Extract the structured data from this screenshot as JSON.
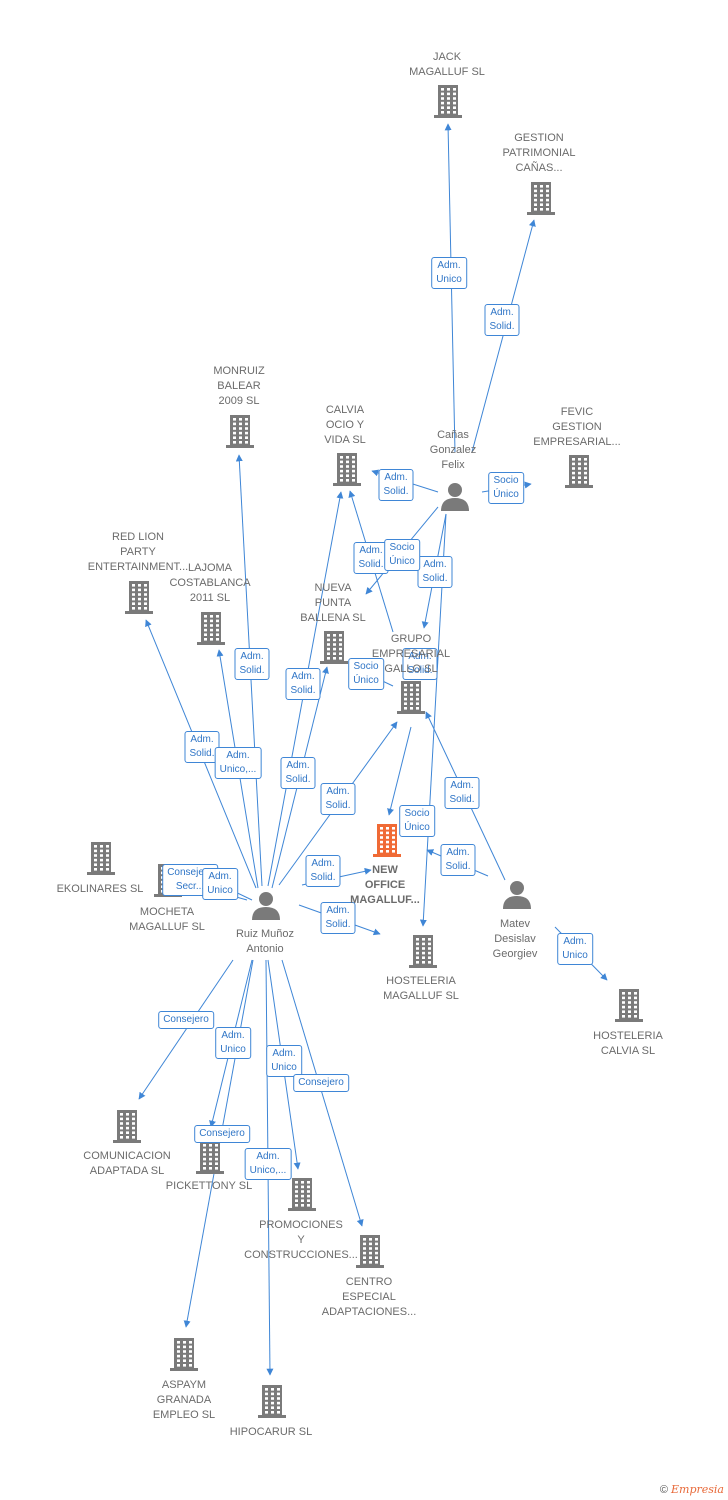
{
  "colors": {
    "edge": "#3f86d6",
    "building": "#7a7a7a",
    "focus_building": "#f06a35",
    "person": "#7a7a7a"
  },
  "nodes": [
    {
      "id": "jack",
      "type": "company",
      "icon": "building-icon",
      "lines": [
        "JACK",
        "MAGALLUF  SL"
      ]
    },
    {
      "id": "gestion",
      "type": "company",
      "icon": "building-icon",
      "lines": [
        "GESTION",
        "PATRIMONIAL",
        "CAÑAS..."
      ]
    },
    {
      "id": "monruiz",
      "type": "company",
      "icon": "building-icon",
      "lines": [
        "MONRUIZ",
        "BALEAR",
        "2009 SL"
      ]
    },
    {
      "id": "calvia_ocio",
      "type": "company",
      "icon": "building-icon",
      "lines": [
        "CALVIA",
        "OCIO Y",
        "VIDA  SL"
      ]
    },
    {
      "id": "canas",
      "type": "person",
      "icon": "person-icon",
      "lines": [
        "Cañas",
        "Gonzalez",
        "Felix"
      ]
    },
    {
      "id": "fevic",
      "type": "company",
      "icon": "building-icon",
      "lines": [
        "FEVIC",
        "GESTION",
        "EMPRESARIAL..."
      ]
    },
    {
      "id": "redlion",
      "type": "company",
      "icon": "building-icon",
      "lines": [
        "RED LION",
        "PARTY",
        "ENTERTAINMENT..."
      ]
    },
    {
      "id": "lajoma",
      "type": "company",
      "icon": "building-icon",
      "lines": [
        "LAJOMA",
        "COSTABLANCA",
        "2011 SL"
      ]
    },
    {
      "id": "nueva",
      "type": "company",
      "icon": "building-icon",
      "lines": [
        "NUEVA",
        "PUNTA",
        "BALLENA  SL"
      ]
    },
    {
      "id": "grupo",
      "type": "company",
      "icon": "building-icon",
      "lines": [
        "GRUPO",
        "EMPRESARIAL",
        "GALLO SL"
      ]
    },
    {
      "id": "ekolinares",
      "type": "company",
      "icon": "building-icon",
      "lines": [
        "EKOLINARES SL"
      ]
    },
    {
      "id": "mocheta",
      "type": "company",
      "icon": "building-icon",
      "lines": [
        "MOCHETA",
        "MAGALLUF  SL"
      ]
    },
    {
      "id": "newoffice",
      "type": "company",
      "icon": "building-icon",
      "focus": true,
      "lines": [
        "NEW",
        "OFFICE",
        "MAGALLUF..."
      ]
    },
    {
      "id": "ruiz",
      "type": "person",
      "icon": "person-icon",
      "lines": [
        "Ruiz Muñoz",
        "Antonio"
      ]
    },
    {
      "id": "hosteleria_mag",
      "type": "company",
      "icon": "building-icon",
      "lines": [
        "HOSTELERIA",
        "MAGALLUF  SL"
      ]
    },
    {
      "id": "matev",
      "type": "person",
      "icon": "person-icon",
      "lines": [
        "Matev",
        "Desislav",
        "Georgiev"
      ]
    },
    {
      "id": "hosteleria_cal",
      "type": "company",
      "icon": "building-icon",
      "lines": [
        "HOSTELERIA",
        "CALVIA  SL"
      ]
    },
    {
      "id": "comunicacion",
      "type": "company",
      "icon": "building-icon",
      "lines": [
        "COMUNICACION",
        "ADAPTADA  SL"
      ]
    },
    {
      "id": "pickettony",
      "type": "company",
      "icon": "building-icon",
      "lines": [
        "PICKETTONY SL"
      ]
    },
    {
      "id": "promociones",
      "type": "company",
      "icon": "building-icon",
      "lines": [
        "PROMOCIONES",
        "Y",
        "CONSTRUCCIONES..."
      ]
    },
    {
      "id": "centro",
      "type": "company",
      "icon": "building-icon",
      "lines": [
        "CENTRO",
        "ESPECIAL",
        "ADAPTACIONES..."
      ]
    },
    {
      "id": "aspaym",
      "type": "company",
      "icon": "building-icon",
      "lines": [
        "ASPAYM",
        "GRANADA",
        "EMPLEO SL"
      ]
    },
    {
      "id": "hipocarur",
      "type": "company",
      "icon": "building-icon",
      "lines": [
        "HIPOCARUR SL"
      ]
    }
  ],
  "edges": [
    {
      "from": "canas",
      "to": "jack",
      "label": [
        "Adm.",
        "Unico"
      ]
    },
    {
      "from": "canas",
      "to": "gestion",
      "label": [
        "Adm.",
        "Solid."
      ]
    },
    {
      "from": "canas",
      "to": "calvia_ocio",
      "label": [
        "Adm.",
        "Solid."
      ]
    },
    {
      "from": "canas",
      "to": "fevic",
      "label": [
        "Socio",
        "Único"
      ]
    },
    {
      "from": "canas",
      "to": "nueva",
      "label": [
        "Adm.",
        "Solid."
      ]
    },
    {
      "from": "canas",
      "to": "grupo",
      "label": [
        "Adm.",
        "Solid."
      ]
    },
    {
      "from": "canas",
      "to": "hosteleria_mag",
      "label": [
        "Adm.",
        "Solid."
      ]
    },
    {
      "from": "grupo",
      "to": "calvia_ocio",
      "label": [
        "Socio",
        "Único"
      ]
    },
    {
      "from": "grupo",
      "to": "nueva",
      "label": [
        "Socio",
        "Único"
      ]
    },
    {
      "from": "grupo",
      "to": "newoffice",
      "label": [
        "Socio",
        "Único"
      ]
    },
    {
      "from": "matev",
      "to": "grupo",
      "label": [
        "Adm.",
        "Solid."
      ]
    },
    {
      "from": "matev",
      "to": "hosteleria_mag",
      "label": [
        "Adm.",
        "Solid."
      ]
    },
    {
      "from": "matev",
      "to": "hosteleria_cal",
      "label": [
        "Adm.",
        "Unico"
      ]
    },
    {
      "from": "ruiz",
      "to": "monruiz",
      "label": [
        "Adm.",
        "Solid."
      ]
    },
    {
      "from": "ruiz",
      "to": "calvia_ocio",
      "label": [
        "Adm.",
        "Solid."
      ]
    },
    {
      "from": "ruiz",
      "to": "redlion",
      "label": [
        "Adm.",
        "Solid."
      ]
    },
    {
      "from": "ruiz",
      "to": "lajoma",
      "label": [
        "Adm.",
        "Unico,..."
      ]
    },
    {
      "from": "ruiz",
      "to": "nueva",
      "label": [
        "Adm.",
        "Solid."
      ]
    },
    {
      "from": "ruiz",
      "to": "grupo",
      "label": [
        "Adm.",
        "Solid."
      ]
    },
    {
      "from": "ruiz",
      "to": "mocheta",
      "label": [
        "Consejero",
        "Secr..."
      ]
    },
    {
      "from": "ruiz",
      "to": "ekolinares",
      "label": [
        "Adm.",
        "Unico"
      ]
    },
    {
      "from": "ruiz",
      "to": "newoffice",
      "label": [
        "Adm.",
        "Solid."
      ]
    },
    {
      "from": "ruiz",
      "to": "hosteleria_mag",
      "label": [
        "Adm.",
        "Solid."
      ]
    },
    {
      "from": "ruiz",
      "to": "comunicacion",
      "label": [
        "Consejero"
      ]
    },
    {
      "from": "ruiz",
      "to": "pickettony",
      "label": [
        "Adm.",
        "Unico"
      ]
    },
    {
      "from": "ruiz",
      "to": "promociones",
      "label": [
        "Adm.",
        "Unico"
      ]
    },
    {
      "from": "ruiz",
      "to": "centro",
      "label": [
        "Consejero"
      ]
    },
    {
      "from": "ruiz",
      "to": "aspaym",
      "label": [
        "Consejero"
      ]
    },
    {
      "from": "ruiz",
      "to": "hipocarur",
      "label": [
        "Adm.",
        "Unico,..."
      ]
    }
  ],
  "footer": {
    "copyright": "©",
    "brand": "Empresia"
  }
}
